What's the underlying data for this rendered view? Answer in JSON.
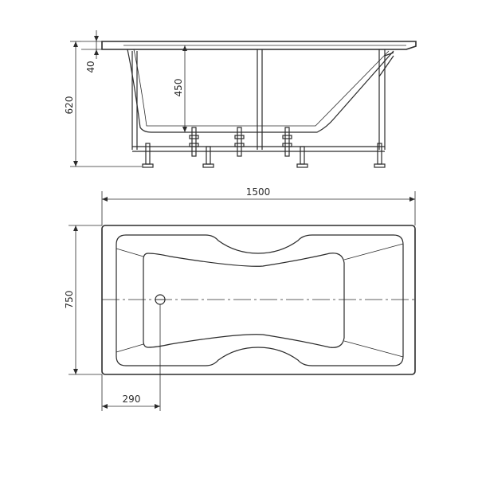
{
  "dimensions": {
    "leg_adjust": "40",
    "total_height": "620",
    "tub_depth": "450",
    "length": "1500",
    "width": "750",
    "drain_offset": "290"
  }
}
